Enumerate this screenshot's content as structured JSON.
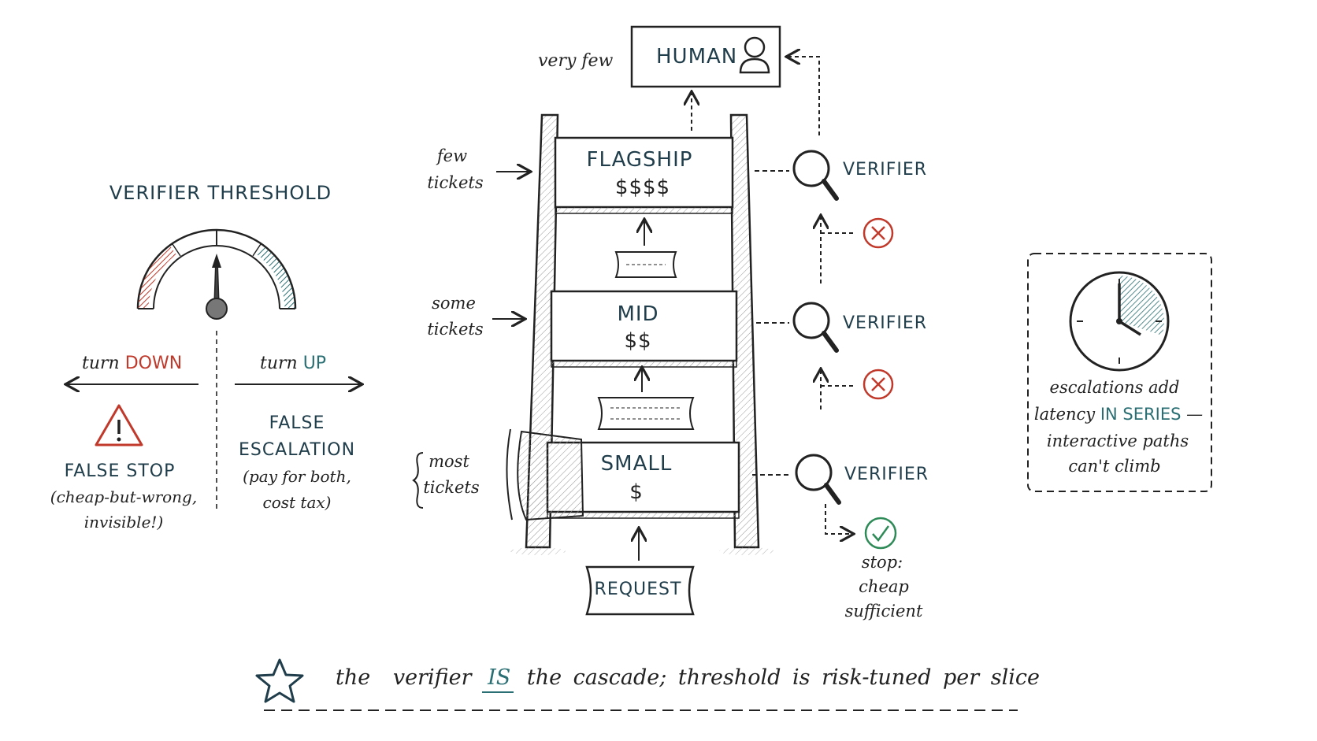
{
  "gauge": {
    "title": "VERIFIER THRESHOLD",
    "turn_word": "turn",
    "down_label": "DOWN",
    "up_label": "UP",
    "false_stop_title": "FALSE STOP",
    "false_stop_line1": "(cheap-but-wrong,",
    "false_stop_line2": "invisible!)",
    "false_escalation_line1": "FALSE",
    "false_escalation_line2": "ESCALATION",
    "false_escalation_line3": "(pay for both,",
    "false_escalation_line4": "cost tax)"
  },
  "ladder": {
    "human_label": "HUMAN",
    "human_note": "very few",
    "rungs": [
      {
        "name": "FLAGSHIP",
        "cost": "$$$$",
        "note_line1": "few",
        "note_line2": "tickets"
      },
      {
        "name": "MID",
        "cost": "$$",
        "note_line1": "some",
        "note_line2": "tickets"
      },
      {
        "name": "SMALL",
        "cost": "$",
        "note_line1": "most",
        "note_line2": "tickets"
      }
    ],
    "request_label": "REQUEST"
  },
  "verifiers": {
    "label": "VERIFIER",
    "stop_line1": "stop:",
    "stop_line2": "cheap",
    "stop_line3": "sufficient"
  },
  "latency": {
    "line1": "escalations add",
    "line2_prefix": "latency",
    "line2_highlight": "IN SERIES",
    "line2_suffix": "—",
    "line3": "interactive paths",
    "line4": "can't climb"
  },
  "footer": {
    "part1": "the",
    "part2": "verifier",
    "highlight": "IS",
    "part3": "the cascade; threshold is risk-tuned per slice"
  },
  "colors": {
    "ink": "#222222",
    "accent_red": "#c0392b",
    "accent_teal": "#2a6f73",
    "ok_green": "#2e8b57"
  }
}
